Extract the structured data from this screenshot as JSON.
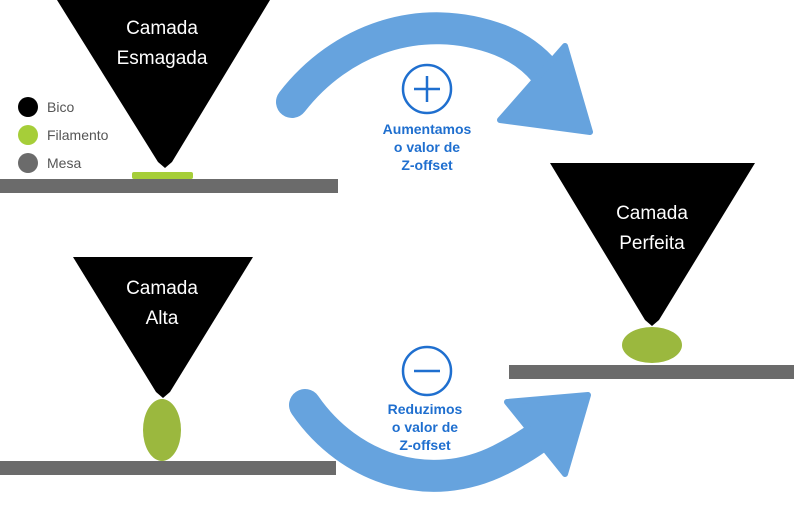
{
  "colors": {
    "nozzle": "#000000",
    "filament": "#9bb83e",
    "filament_flat": "#a6ce39",
    "bed": "#6b6b6b",
    "arrow": "#66a3de",
    "action_text": "#1f6fcf"
  },
  "legend": [
    {
      "label": "Bico",
      "color": "#000000"
    },
    {
      "label": "Filamento",
      "color": "#a6ce39"
    },
    {
      "label": "Mesa",
      "color": "#6b6b6b"
    }
  ],
  "states": {
    "squashed": {
      "line1": "Camada",
      "line2": "Esmagada"
    },
    "high": {
      "line1": "Camada",
      "line2": "Alta"
    },
    "perfect": {
      "line1": "Camada",
      "line2": "Perfeita"
    }
  },
  "actions": {
    "increase": {
      "icon": "plus-circle-icon",
      "line1": "Aumentamos",
      "line2": "o valor de",
      "line3": "Z-offset"
    },
    "decrease": {
      "icon": "minus-circle-icon",
      "line1": "Reduzimos",
      "line2": "o valor de",
      "line3": "Z-offset"
    }
  }
}
